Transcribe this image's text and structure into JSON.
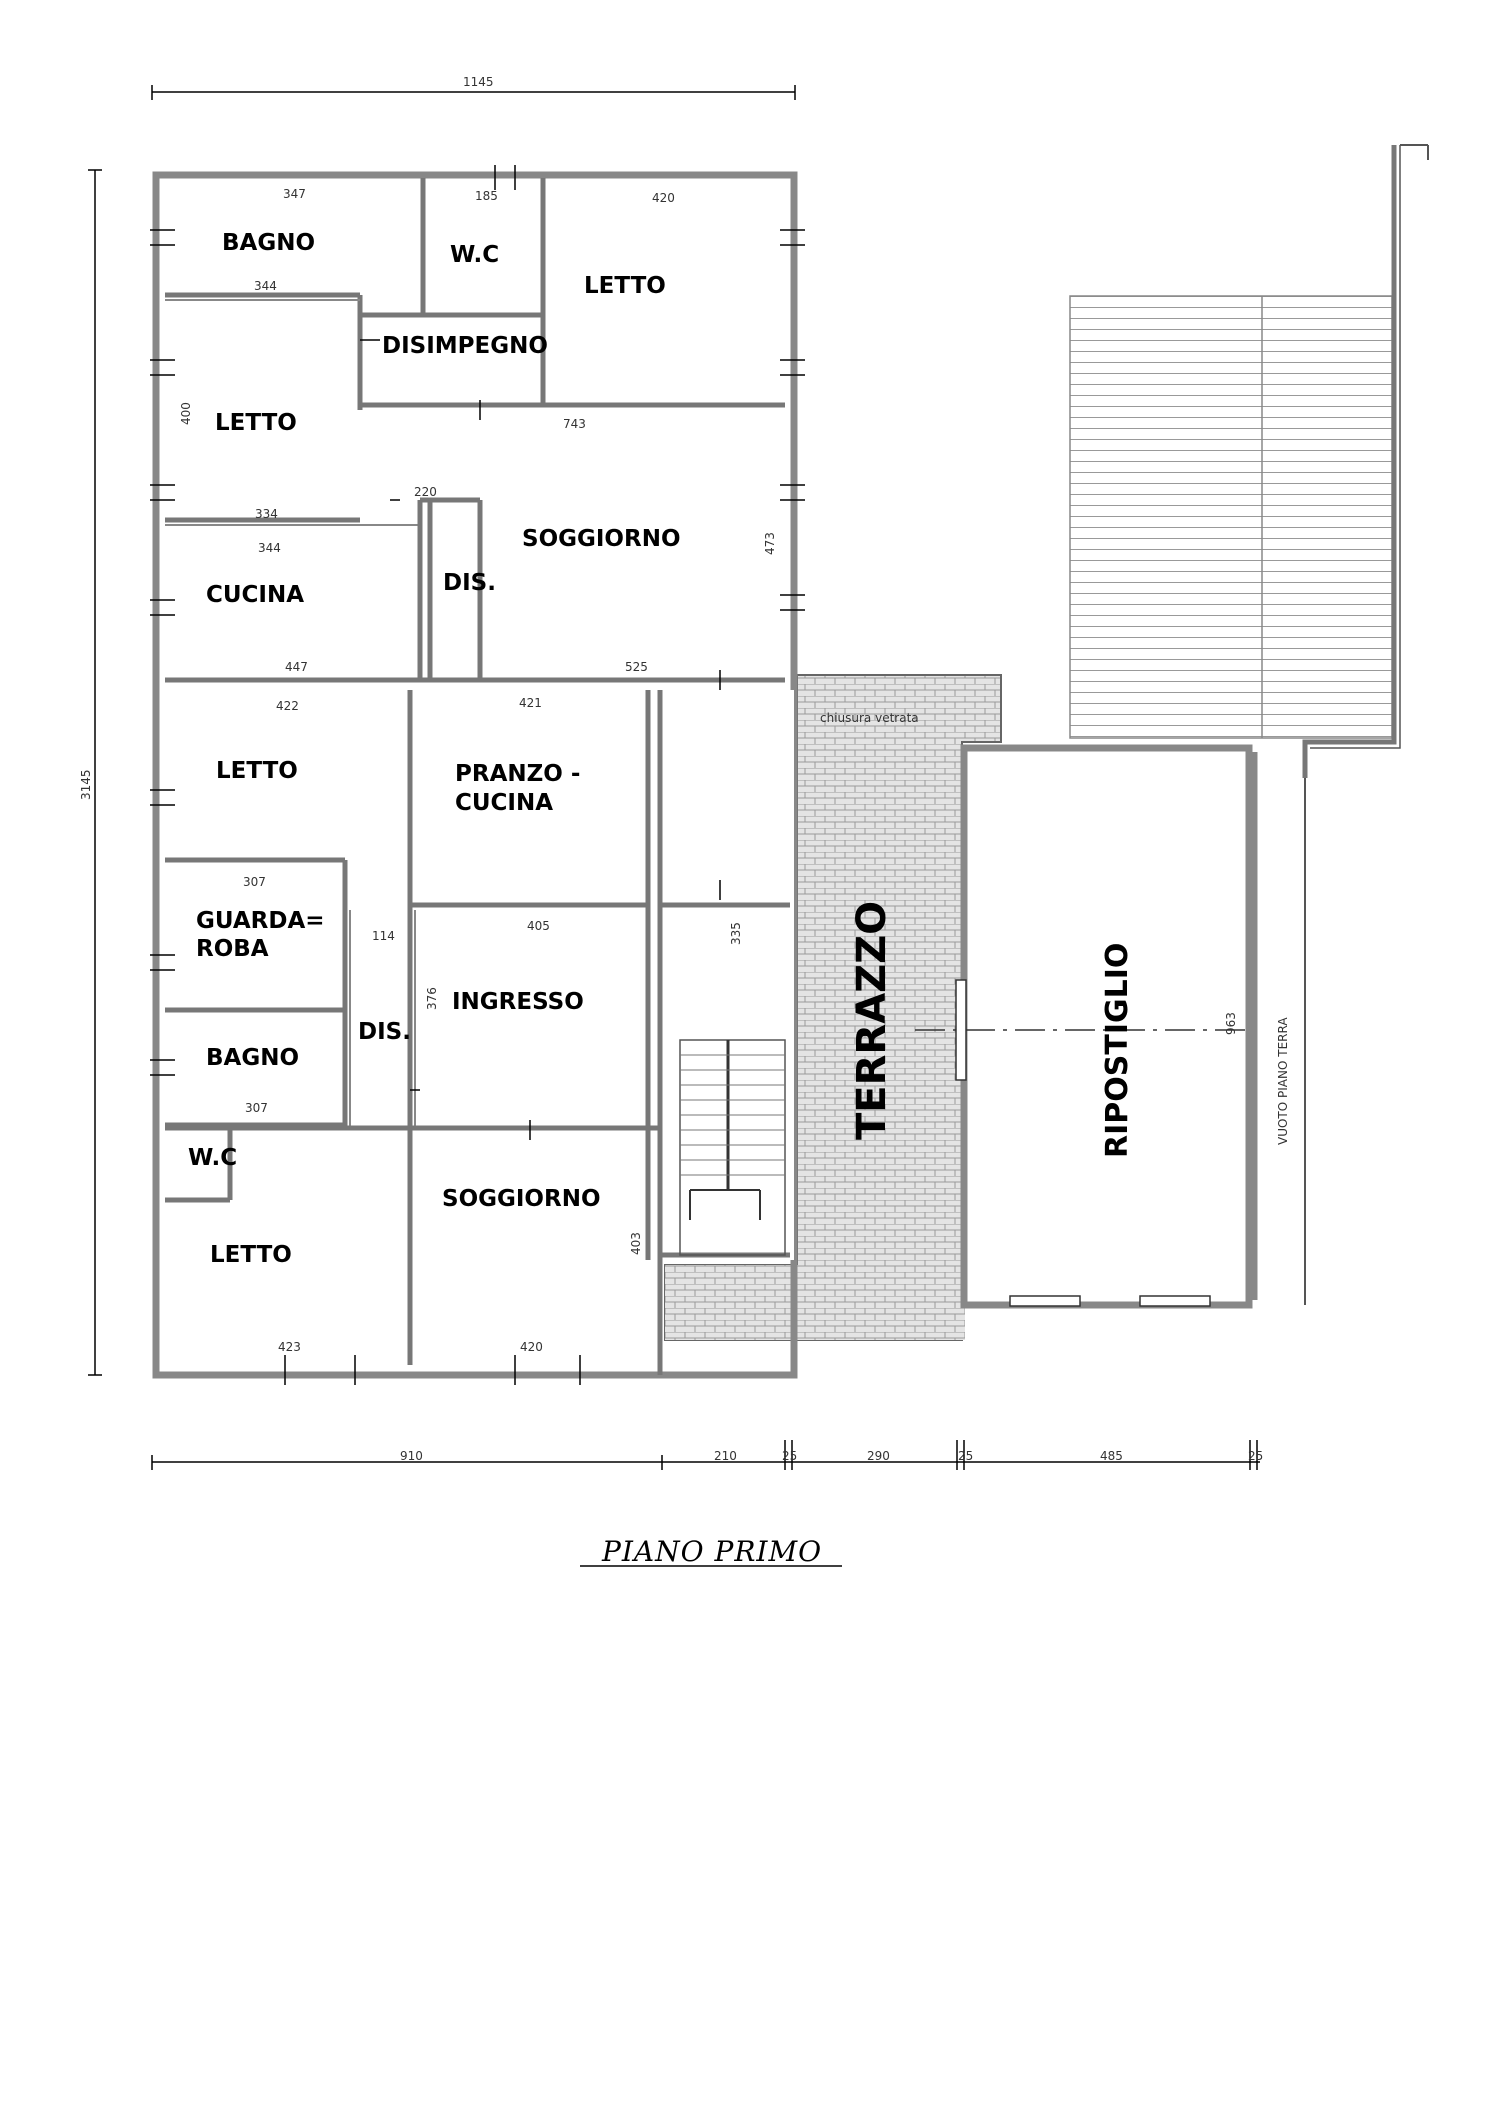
{
  "plan": {
    "title": "PIANO PRIMO",
    "rooms": {
      "bagno_top": "BAGNO",
      "wc_top": "W.C",
      "letto_top_right": "LETTO",
      "disimpegno": "DISIMPEGNO",
      "letto_left": "LETTO",
      "soggiorno_top": "SOGGIORNO",
      "cucina": "CUCINA",
      "dis_top": "DIS.",
      "letto_mid": "LETTO",
      "pranzo_line1": "PRANZO -",
      "pranzo_line2": "CUCINA",
      "guardaroba_line1": "GUARDA=",
      "guardaroba_line2": "ROBA",
      "ingresso": "INGRESSO",
      "dis_mid": "DIS.",
      "bagno_bottom": "BAGNO",
      "wc_bottom": "W.C",
      "letto_bottom": "LETTO",
      "soggiorno_bottom": "SOGGIORNO",
      "terrazzo": "TERRAZZO",
      "ripostiglio": "RIPOSTIGLIO",
      "vuoto": "VUOTO PIANO TERRA",
      "chiusura": "chiusura vetrata"
    },
    "dims": {
      "top_total": "1145",
      "left_total": "3145",
      "bottom_910": "910",
      "bottom_210": "210",
      "bottom_25a": "25",
      "bottom_290": "290",
      "bottom_25b": "25",
      "bottom_485": "485",
      "bottom_25c": "25",
      "bagno_w": "347",
      "wc_w": "185",
      "letto_w": "420",
      "bagno_344": "344",
      "letto_400": "400",
      "d_743": "743",
      "d_334": "334",
      "d_220": "220",
      "cucina_344": "344",
      "cucina_447": "447",
      "sogg_525": "525",
      "sogg_473": "473",
      "letto_422": "422",
      "pranzo_421": "421",
      "ingresso_405": "405",
      "guard_307": "307",
      "dis_114": "114",
      "bagno_307": "307",
      "letto_423": "423",
      "sogg_420": "420",
      "sogg_403": "403",
      "rip_963": "963",
      "d_335": "335",
      "d_376": "376"
    }
  }
}
